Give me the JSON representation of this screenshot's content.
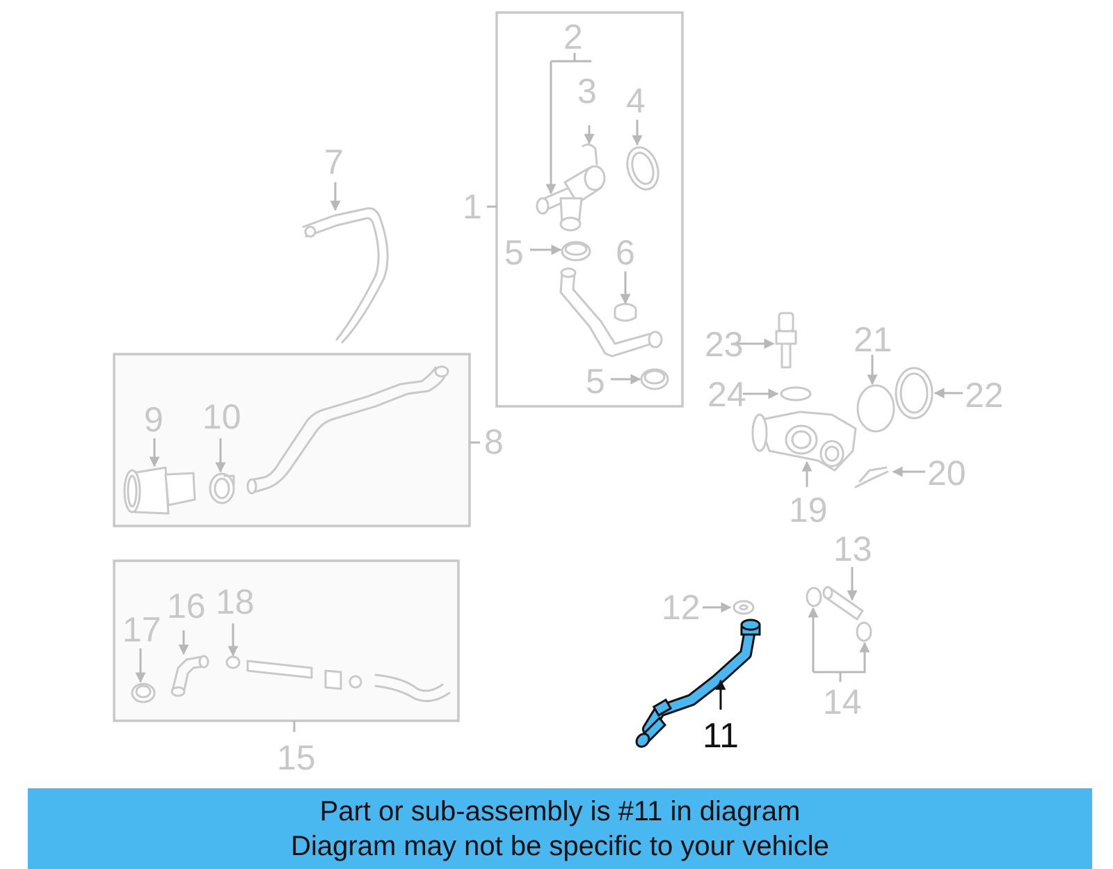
{
  "diagram": {
    "highlight_color": "#4ab8f0",
    "callouts": {
      "c1": "1",
      "c2": "2",
      "c3": "3",
      "c4": "4",
      "c5a": "5",
      "c5b": "5",
      "c6": "6",
      "c7": "7",
      "c8": "8",
      "c9": "9",
      "c10": "10",
      "c11": "11",
      "c12": "12",
      "c13": "13",
      "c14": "14",
      "c15": "15",
      "c16": "16",
      "c17": "17",
      "c18": "18",
      "c19": "19",
      "c20": "20",
      "c21": "21",
      "c22": "22",
      "c23": "23",
      "c24": "24"
    }
  },
  "banner": {
    "line1": "Part or sub-assembly is #11 in diagram",
    "line2": "Diagram may not be specific to your vehicle"
  }
}
